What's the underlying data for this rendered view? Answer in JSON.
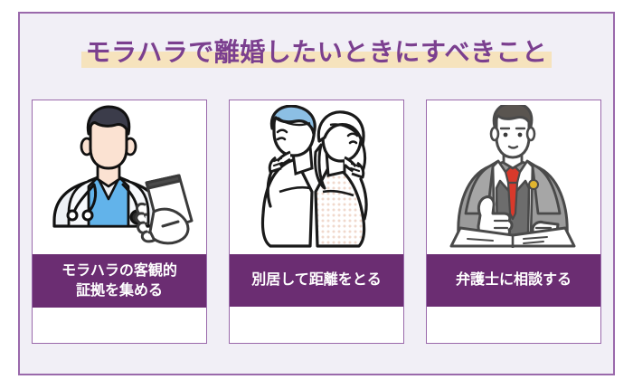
{
  "title": {
    "text": "モラハラで離婚したいときにすべきこと",
    "color": "#7b3f8f",
    "highlight_color": "#f6e3bd"
  },
  "theme": {
    "frame_border": "#9a69ab",
    "frame_background": "#f1eff6",
    "label_background": "#6b2d72",
    "label_text": "#ffffff",
    "card_background": "#ffffff",
    "card_border": "#9a69ab"
  },
  "cards": [
    {
      "illustration": "doctor-with-smartphone-icon",
      "label_lines": [
        "モラハラの客観的",
        "証拠を集める"
      ]
    },
    {
      "illustration": "couple-back-to-back-icon",
      "label_lines": [
        "別居して距離をとる"
      ]
    },
    {
      "illustration": "lawyer-thumbs-up-icon",
      "label_lines": [
        "弁護士に相談する"
      ]
    }
  ]
}
